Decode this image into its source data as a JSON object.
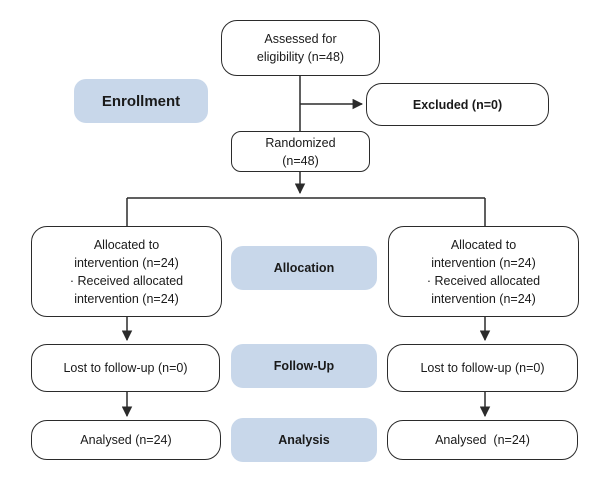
{
  "stages": {
    "enrollment": "Enrollment",
    "allocation": "Allocation",
    "follow_up": "Follow-Up",
    "analysis": "Analysis"
  },
  "boxes": {
    "assessed": [
      "Assessed for",
      "eligibility (n=48)"
    ],
    "excluded": "Excluded (n=0)",
    "randomized": [
      "Randomized",
      "(n=48)"
    ],
    "left_allocated": [
      "Allocated to",
      "intervention (n=24)",
      "· Received allocated",
      "intervention (n=24)"
    ],
    "right_allocated": [
      "Allocated to",
      "intervention (n=24)",
      "· Received allocated",
      "intervention (n=24)"
    ],
    "left_lost": "Lost to follow-up (n=0)",
    "right_lost": "Lost to follow-up (n=0)",
    "left_analysed": "Analysed (n=24)",
    "right_analysed": "Analysed  (n=24)"
  },
  "colors": {
    "stage_fill": "#c8d7ea",
    "line": "#2b2b2b"
  }
}
